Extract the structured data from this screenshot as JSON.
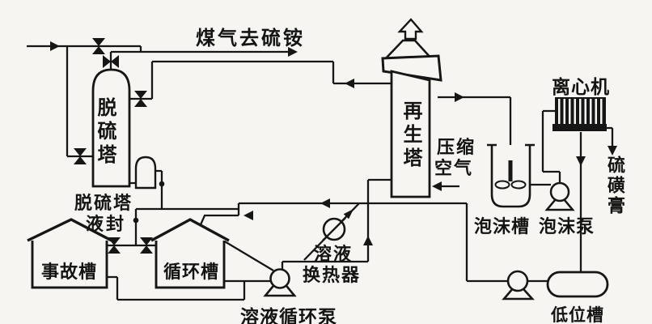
{
  "diagram": {
    "type": "process-flow-diagram",
    "subject": "coal gas desulfurization and sulfur recovery system",
    "colors": {
      "ink": "#161616",
      "background": "#f6f5f1"
    },
    "labels": {
      "gas_outlet": "煤气去硫铵",
      "desulfurization_tower": "脱硫塔",
      "liquid_seal_line1": "脱硫塔",
      "liquid_seal_line2": "液封",
      "accident_tank": "事故槽",
      "circulation_tank": "循环槽",
      "solution_circulation_pump": "溶液循环泵",
      "heat_exchanger_line1": "溶液",
      "heat_exchanger_line2": "换热器",
      "regeneration_tower": "再生塔",
      "compressed_air_line1": "压缩",
      "compressed_air_line2": "空气",
      "centrifuge": "离心机",
      "sulfur_paste": "硫磺膏",
      "foam_tank": "泡沫槽",
      "foam_pump": "泡沫泵",
      "low_level_tank": "低位槽"
    }
  }
}
